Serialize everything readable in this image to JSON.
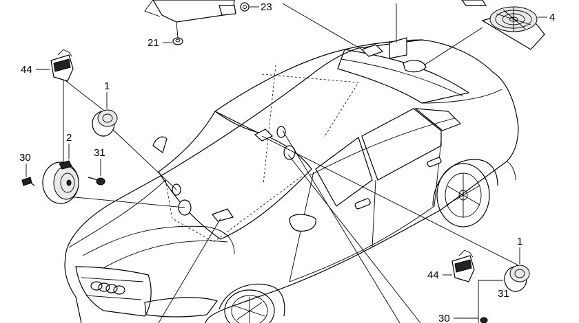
{
  "labels": {
    "p1_top": "1",
    "p1_bottom": "1",
    "p2": "2",
    "p4": "4",
    "p21": "21",
    "p23": "23",
    "p30_left": "30",
    "p30_bottom": "30",
    "p31_left": "31",
    "p31_bottom": "31",
    "p44_top": "44",
    "p44_bottom": "44"
  },
  "colors": {
    "line": "#000000",
    "background": "#ffffff"
  },
  "icons": [
    "audi-rings-logo"
  ]
}
